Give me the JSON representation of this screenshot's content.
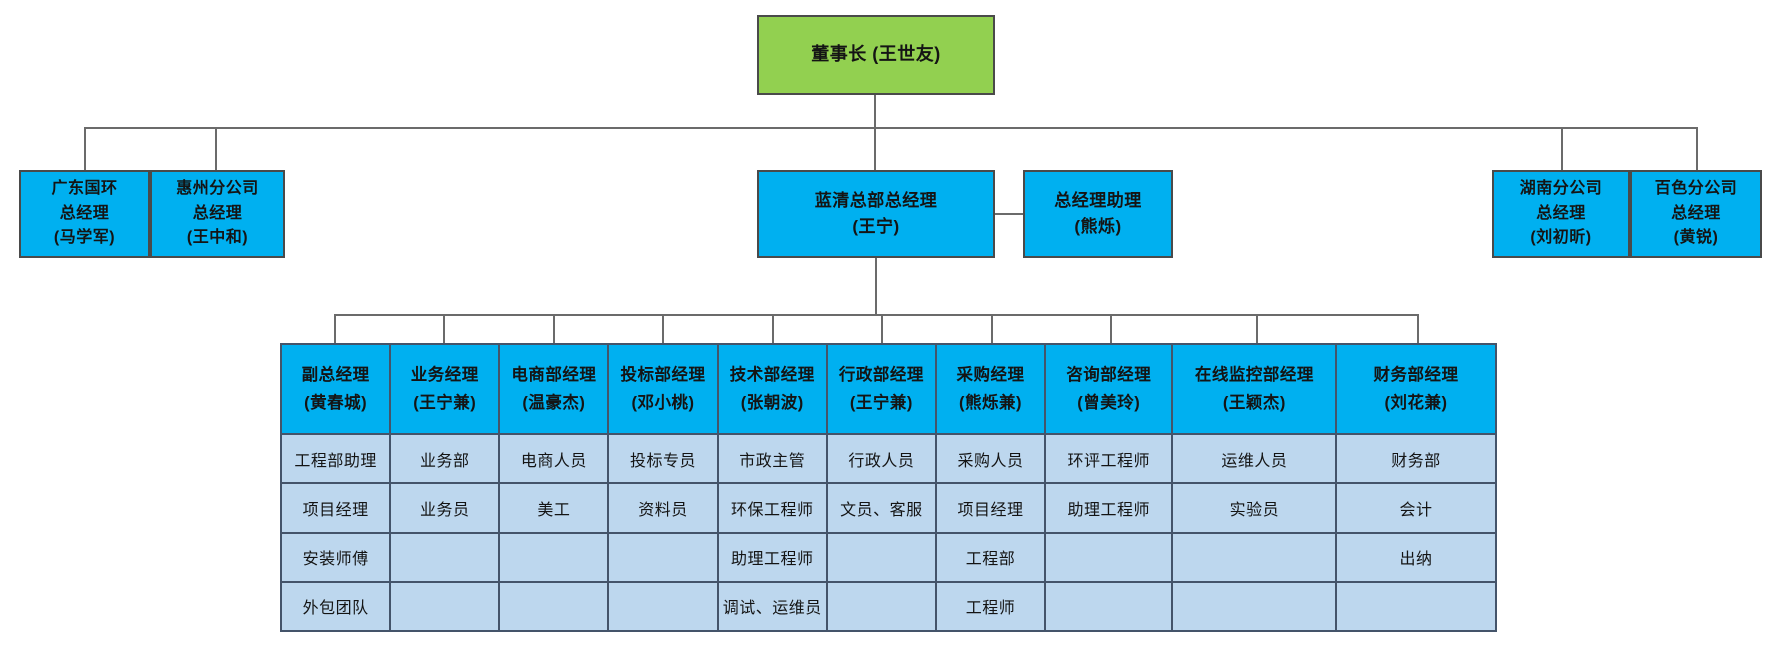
{
  "colors": {
    "chairman_fill": "#92D050",
    "manager_fill": "#00B0F0",
    "cell_fill": "#BDD7EE",
    "connector_line": "#6B6B6B",
    "table_border": "#44546A"
  },
  "chairman": {
    "label": "董事长 (王世友)"
  },
  "level2": {
    "guohuan": {
      "lines": [
        "广东国环",
        "总经理",
        "(马学军)"
      ]
    },
    "huizhou": {
      "lines": [
        "惠州分公司",
        "总经理",
        "(王中和)"
      ]
    },
    "lanqing": {
      "lines": [
        "蓝清总部总经理",
        "(王宁)"
      ]
    },
    "assistant": {
      "lines": [
        "总经理助理",
        "(熊烁)"
      ]
    },
    "hunan": {
      "lines": [
        "湖南分公司",
        "总经理",
        "(刘初昕)"
      ]
    },
    "baise": {
      "lines": [
        "百色分公司",
        "总经理",
        "(黄锐)"
      ]
    }
  },
  "table": {
    "columns": [
      {
        "title": "副总经理",
        "name": "(黄春城)",
        "rows": [
          "工程部助理",
          "项目经理",
          "安装师傅",
          "外包团队"
        ]
      },
      {
        "title": "业务经理",
        "name": "(王宁兼)",
        "rows": [
          "业务部",
          "业务员",
          "",
          ""
        ]
      },
      {
        "title": "电商部经理",
        "name": "(温豪杰)",
        "rows": [
          "电商人员",
          "美工",
          "",
          ""
        ]
      },
      {
        "title": "投标部经理",
        "name": "(邓小桃)",
        "rows": [
          "投标专员",
          "资料员",
          "",
          ""
        ]
      },
      {
        "title": "技术部经理",
        "name": "(张朝波)",
        "rows": [
          "市政主管",
          "环保工程师",
          "助理工程师",
          "调试、运维员"
        ]
      },
      {
        "title": "行政部经理",
        "name": "(王宁兼)",
        "rows": [
          "行政人员",
          "文员、客服",
          "",
          ""
        ]
      },
      {
        "title": "采购经理",
        "name": "(熊烁兼)",
        "rows": [
          "采购人员",
          "项目经理",
          "工程部",
          "工程师"
        ]
      },
      {
        "title": "咨询部经理",
        "name": "(曾美玲)",
        "rows": [
          "环评工程师",
          "助理工程师",
          "",
          ""
        ]
      },
      {
        "title": "在线监控部经理",
        "name": "(王颖杰)",
        "rows": [
          "运维人员",
          "实验员",
          "",
          ""
        ]
      },
      {
        "title": "财务部经理",
        "name": "(刘花兼)",
        "rows": [
          "财务部",
          "会计",
          "出纳",
          ""
        ]
      }
    ]
  }
}
